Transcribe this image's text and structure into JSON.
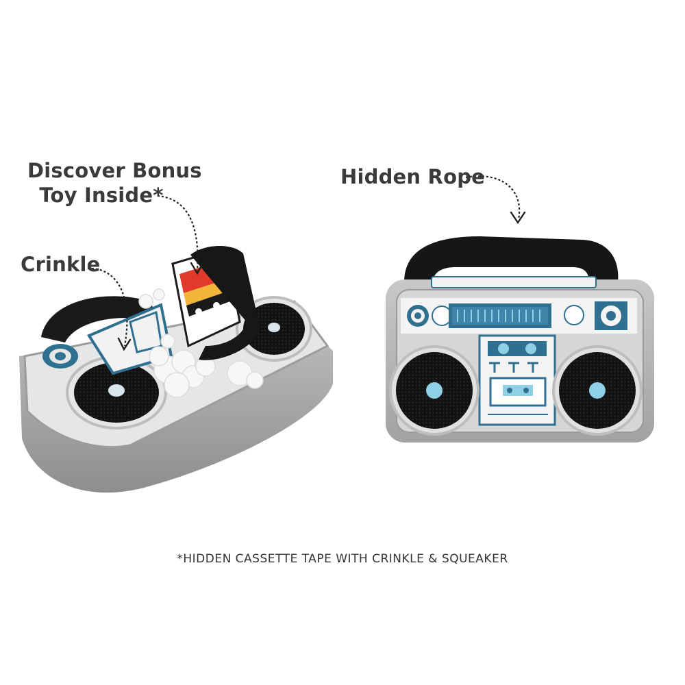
{
  "labels": {
    "bonus_line1": "Discover Bonus",
    "bonus_line2": "Toy Inside*",
    "crinkle": "Crinkle",
    "hidden_rope": "Hidden Rope"
  },
  "footnote": "*HIDDEN CASSETTE TAPE WITH CRINKLE & SQUEAKER",
  "colors": {
    "plush_gray": "#a9a9a9",
    "panel_white": "#ececec",
    "speaker_black": "#151515",
    "accent_blue": "#2f6f8f",
    "accent_light_blue": "#8fd0e6",
    "tape_red": "#e23a2a",
    "tape_yellow": "#f2b53a"
  },
  "icons": [
    "boombox-plush-open",
    "boombox-plush-front",
    "cassette-tape",
    "arrow-curved"
  ]
}
